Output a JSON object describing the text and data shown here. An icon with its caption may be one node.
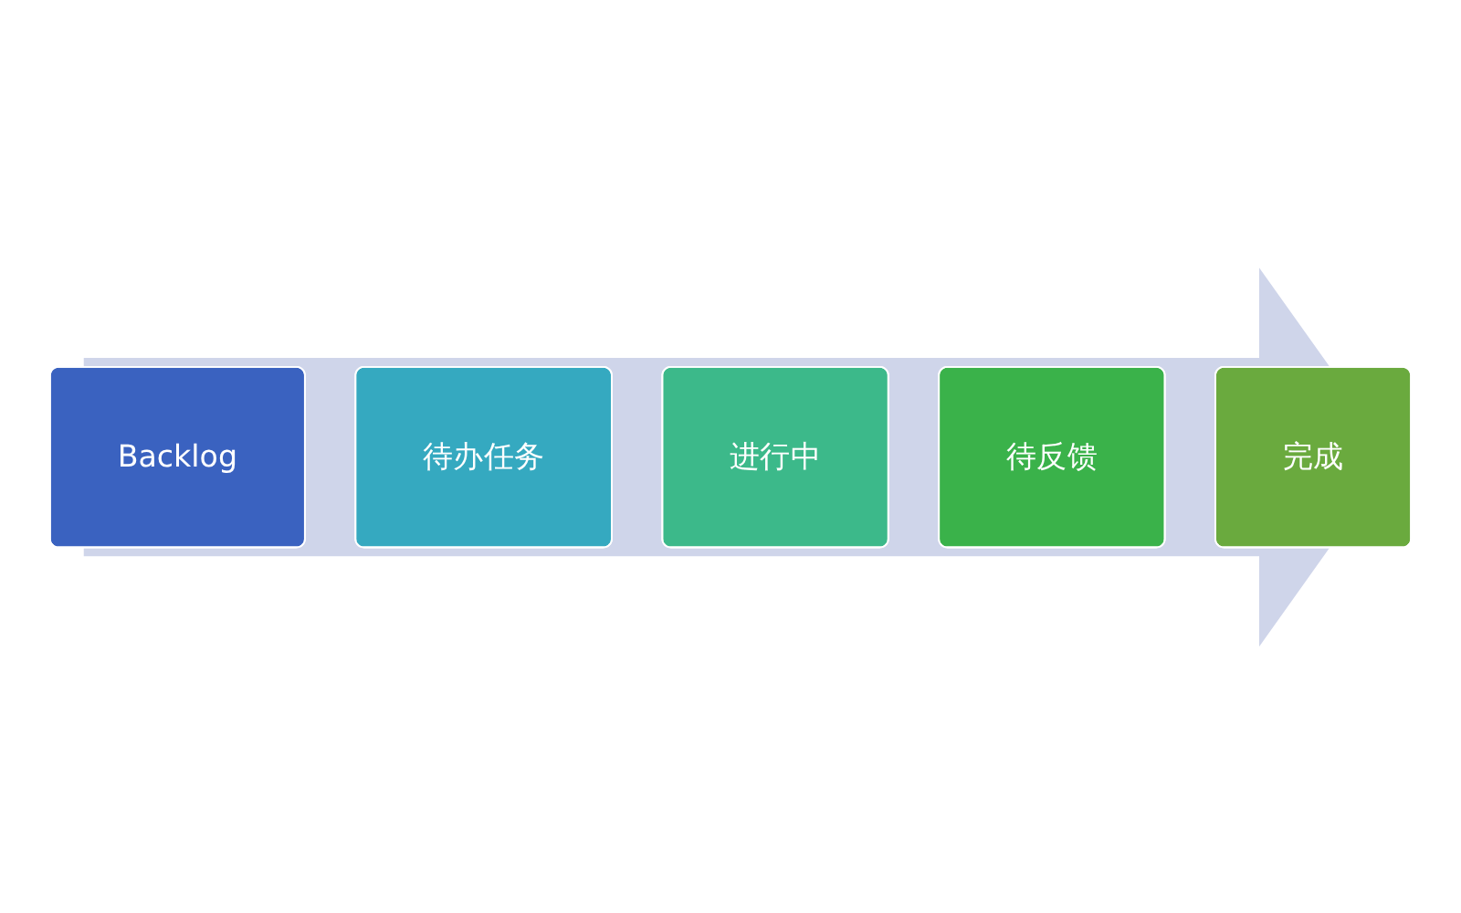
{
  "diagram": {
    "nodes": [
      {
        "text": [
          "Backlog"
        ]
      },
      {
        "text": [
          "待办任务"
        ]
      },
      {
        "text": [
          "进行中"
        ]
      },
      {
        "text": [
          "待反馈"
        ]
      },
      {
        "text": [
          "完成"
        ]
      }
    ]
  }
}
